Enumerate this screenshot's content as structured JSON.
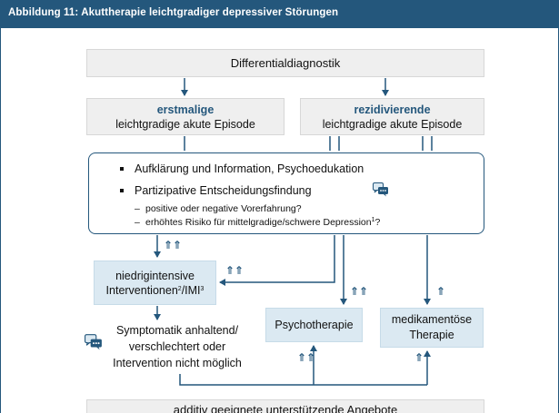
{
  "header": {
    "title": "Abbildung 11:   Akuttherapie leichtgradiger depressiver Störungen"
  },
  "boxes": {
    "differential": "Differentialdiagnostik",
    "first": {
      "strong": "erstmalige",
      "text": "leichtgradige akute Episode"
    },
    "recurrent": {
      "strong": "rezidivierende",
      "text": "leichtgradige akute Episode"
    },
    "info": {
      "bullet1": "Aufklärung und Information, Psychoedukation",
      "bullet2": "Partizipative Entscheidungsfindung",
      "sub1": "positive oder negative Vorerfahrung?",
      "sub2": "erhöhtes Risiko für mittelgradige/schwere Depression",
      "sub2_sup": "1",
      "sub2_end": "?"
    },
    "niedrig": {
      "line1": "niedrigintensive",
      "line2a": "Interventionen",
      "sup2": "2",
      "slash": "/IMI",
      "sup3": "3"
    },
    "symptomatik": {
      "line1": "Symptomatik anhaltend/",
      "line2": "verschlechtert oder",
      "line3": "Intervention nicht möglich"
    },
    "psycho": "Psychotherapie",
    "medi": {
      "line1": "medikamentöse",
      "line2": "Therapie"
    },
    "bottom": "additiv geeignete unterstützende Angebote"
  },
  "recommendation_marks": {
    "strong": "⇑⇑",
    "weak": "⇑",
    "dash_sub": "–"
  },
  "icons": [
    "speech-bubbles-icon"
  ],
  "colors": {
    "header": "#24577c",
    "accent": "#24577c",
    "box_grey": "#efefef",
    "box_blue": "#dbe9f2"
  }
}
